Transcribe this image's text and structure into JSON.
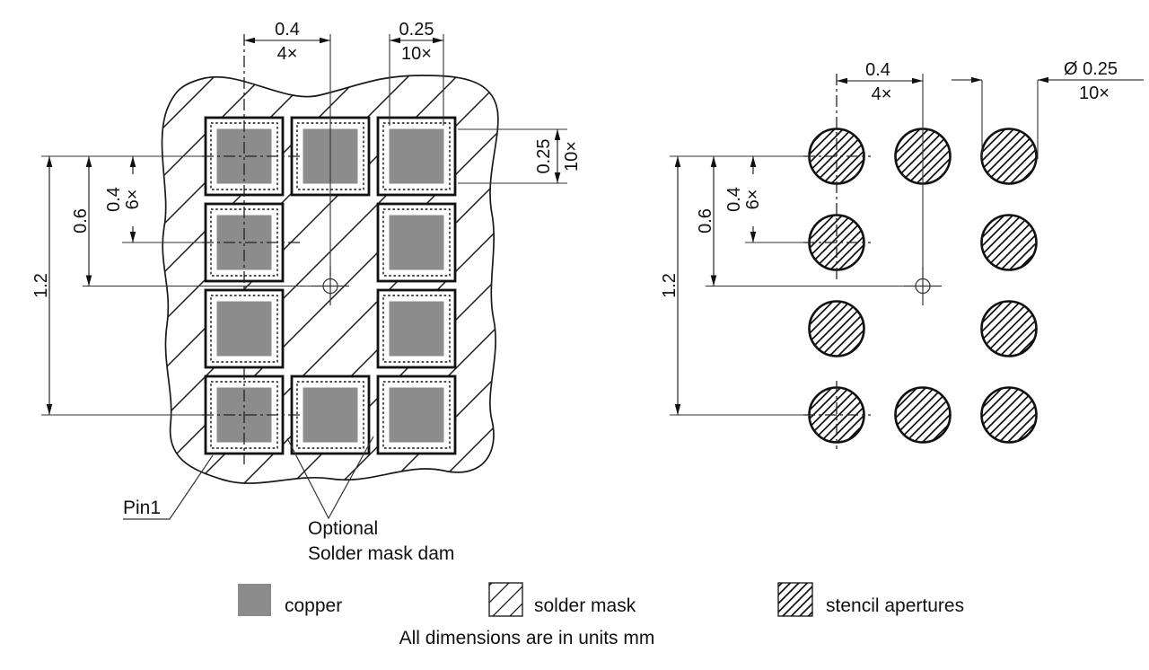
{
  "left_figure": {
    "dim_top_pitch_value": "0.4",
    "dim_top_pitch_count": "4×",
    "dim_top_width_value": "0.25",
    "dim_top_width_count": "10×",
    "dim_right_height_value": "0.25",
    "dim_right_height_count": "10×",
    "dim_span": "1.2",
    "dim_offset": "0.6",
    "dim_vpitch_value": "0.4",
    "dim_vpitch_count": "6×",
    "pin1_label": "Pin1",
    "dam_note_line1": "Optional",
    "dam_note_line2": "Solder mask dam"
  },
  "right_figure": {
    "dim_top_pitch_value": "0.4",
    "dim_top_pitch_count": "4×",
    "dim_diameter_value": "Ø 0.25",
    "dim_diameter_count": "10×",
    "dim_span": "1.2",
    "dim_offset": "0.6",
    "dim_vpitch_value": "0.4",
    "dim_vpitch_count": "6×"
  },
  "legend": {
    "copper_label": "copper",
    "solder_mask_label": "solder mask",
    "stencil_label": "stencil apertures",
    "units_note": "All dimensions are in units mm"
  },
  "colors": {
    "copper": "#8C8C8C",
    "line": "#111111"
  },
  "diagram_data": {
    "type": "pcb-land-pattern",
    "units": "mm",
    "views": [
      "copper and solder mask land pattern",
      "stencil apertures"
    ],
    "pad_grid": {
      "rows": 4,
      "cols": 3,
      "present": [
        [
          1,
          1,
          1
        ],
        [
          1,
          0,
          1
        ],
        [
          1,
          0,
          1
        ],
        [
          1,
          1,
          1
        ]
      ]
    },
    "pad_count": 10,
    "pad_size_mm": 0.25,
    "pitch_mm": 0.4,
    "horizontal_pitch_count": 4,
    "vertical_pitch_count": 6,
    "center_offset_mm": 0.6,
    "vertical_span_mm": 1.2,
    "stencil_aperture_diameter_mm": 0.25
  }
}
